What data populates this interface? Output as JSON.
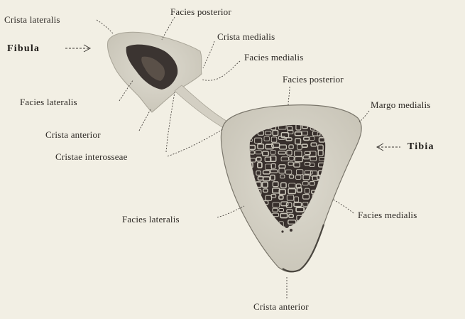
{
  "labels": {
    "crista_lateralis": "Crista lateralis",
    "fibula_facies_posterior": "Facies posterior",
    "crista_medialis": "Crista medialis",
    "fibula": "Fibula",
    "fibula_facies_medialis": "Facies medialis",
    "tibia_facies_posterior": "Facies posterior",
    "fibula_facies_lateralis": "Facies lateralis",
    "margo_medialis": "Margo medialis",
    "fibula_crista_anterior": "Crista anterior",
    "tibia": "Tibia",
    "cristae_interosseae": "Cristae interosseae",
    "tibia_facies_lateralis": "Facies lateralis",
    "tibia_facies_medialis": "Facies medialis",
    "tibia_crista_anterior": "Crista anterior"
  },
  "colors": {
    "background": "#f2efe4",
    "cortical_bone": "#d9d5c8",
    "medullary_cavity": "#3a3330",
    "trabecular_light": "#cfcbc0"
  }
}
